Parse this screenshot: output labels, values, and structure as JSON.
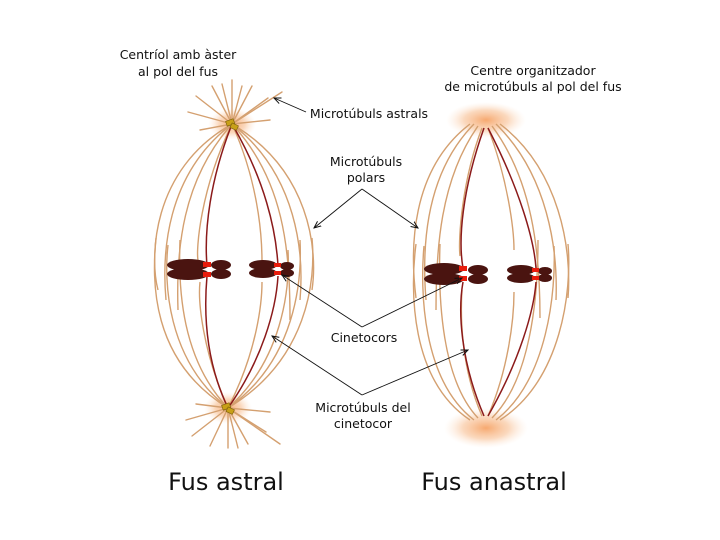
{
  "labels": {
    "centriole_line1": "Centríol amb àster",
    "centriole_line2": "al pol del fus",
    "astral_mt": "Microtúbuls astrals",
    "mtoc_line1": "Centre organitzador",
    "mtoc_line2": "de microtúbuls al pol del fus",
    "polar_line1": "Microtúbuls",
    "polar_line2": "polars",
    "kinetochores": "Cinetocors",
    "kmt_line1": "Microtúbuls del",
    "kmt_line2": "cinetocor"
  },
  "titles": {
    "astral": "Fus astral",
    "anastral": "Fus anastral"
  },
  "colors": {
    "microtubule": "#d4a070",
    "kinetochore_microtubule": "#8b1a1a",
    "chromosome": "#4a1410",
    "kinetochore": "#e81c0c",
    "pole_glow": "#f7b07a",
    "centriole": "#c8a018",
    "text": "#111111",
    "arrow": "#111111"
  }
}
